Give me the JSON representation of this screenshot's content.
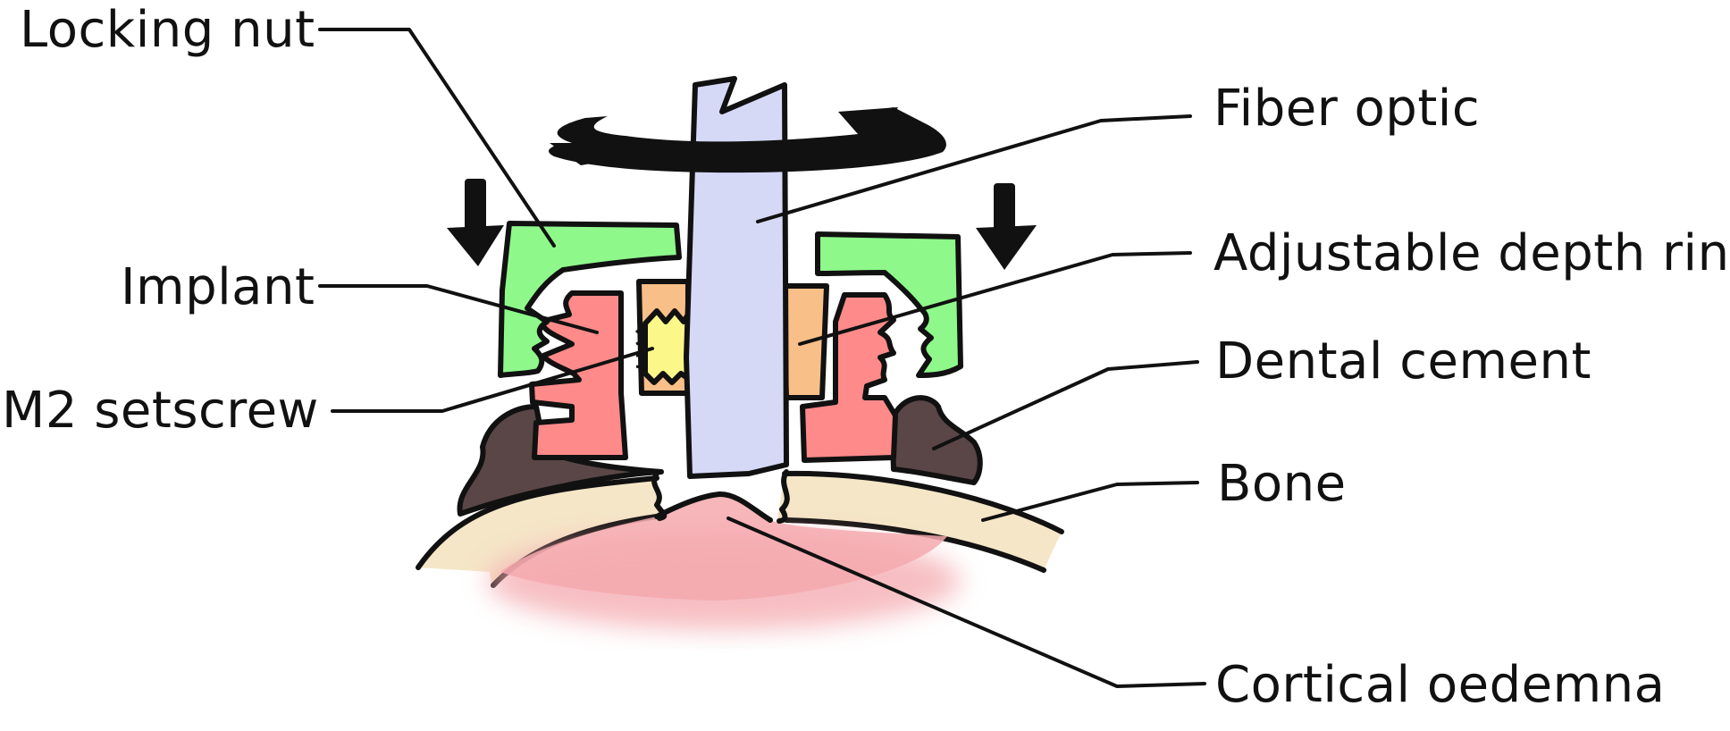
{
  "labels": {
    "locking_nut": "Locking nut",
    "implant": "Implant",
    "m2_setscrew": "M2 setscrew",
    "fiber_optic": "Fiber optic",
    "adjustable_depth_ring": "Adjustable depth ring",
    "dental_cement": "Dental cement",
    "bone": "Bone",
    "cortical_oedema": "Cortical oedemna"
  },
  "colors": {
    "locking_nut": "#8ef98a",
    "implant": "#ff8a8a",
    "setscrew": "#fbf889",
    "fiber_optic": "#d5d9f6",
    "depth_ring": "#f9bf88",
    "dental_cement": "#5a4646",
    "bone": "#f5e6c8",
    "oedema": "#f4a9ae",
    "ink": "#111111"
  }
}
